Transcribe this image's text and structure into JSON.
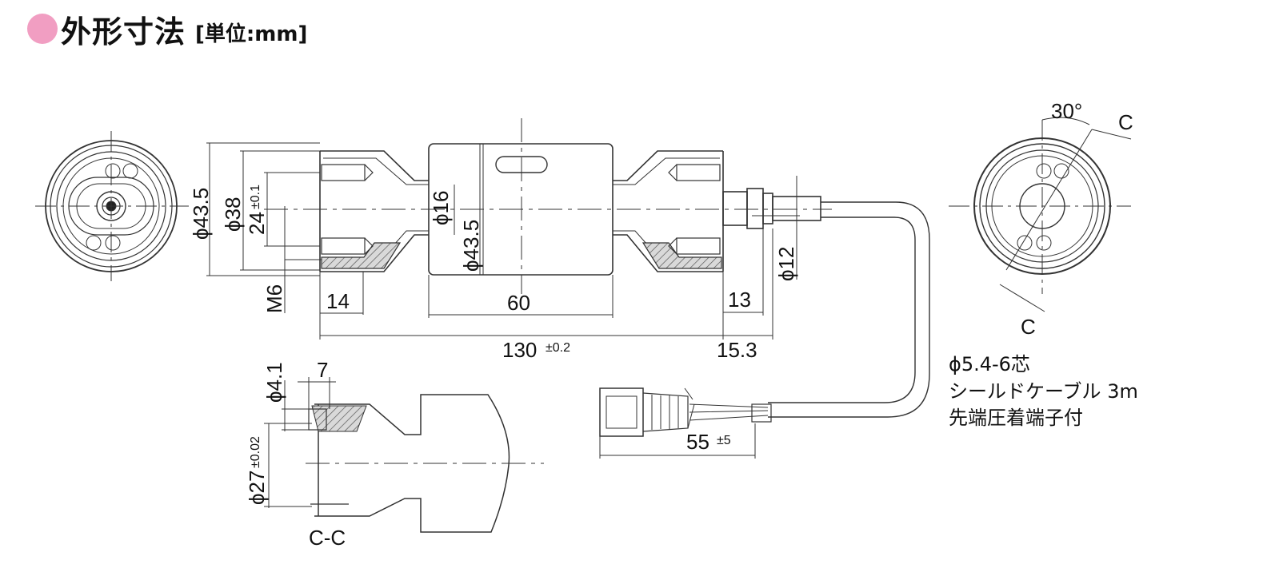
{
  "header": {
    "title": "外形寸法",
    "unit": "[単位:mm]",
    "accent_color": "#f19ec2"
  },
  "dimensions": {
    "od_43_5_side": "ϕ43.5",
    "od_38": "ϕ38",
    "d_24": "24",
    "d_24_tol": "±0.1",
    "od_16": "ϕ16",
    "od_43_5_body": "ϕ43.5",
    "m6": "M6",
    "d_14": "14",
    "d_60": "60",
    "d_13": "13",
    "od_12": "ϕ12",
    "d_130": "130",
    "d_130_tol": "±0.2",
    "d_15_3": "15.3",
    "od_4_1": "ϕ4.1",
    "d_7": "7",
    "od_27": "ϕ27",
    "od_27_tol": "±0.02",
    "d_55": "55",
    "d_55_tol": "±5",
    "angle_30": "30°"
  },
  "labels": {
    "section_c_top": "C",
    "section_c_bottom": "C",
    "section_cc": "C-C"
  },
  "cable_note": [
    "ϕ5.4-6芯",
    "シールドケーブル 3m",
    "先端圧着端子付"
  ]
}
